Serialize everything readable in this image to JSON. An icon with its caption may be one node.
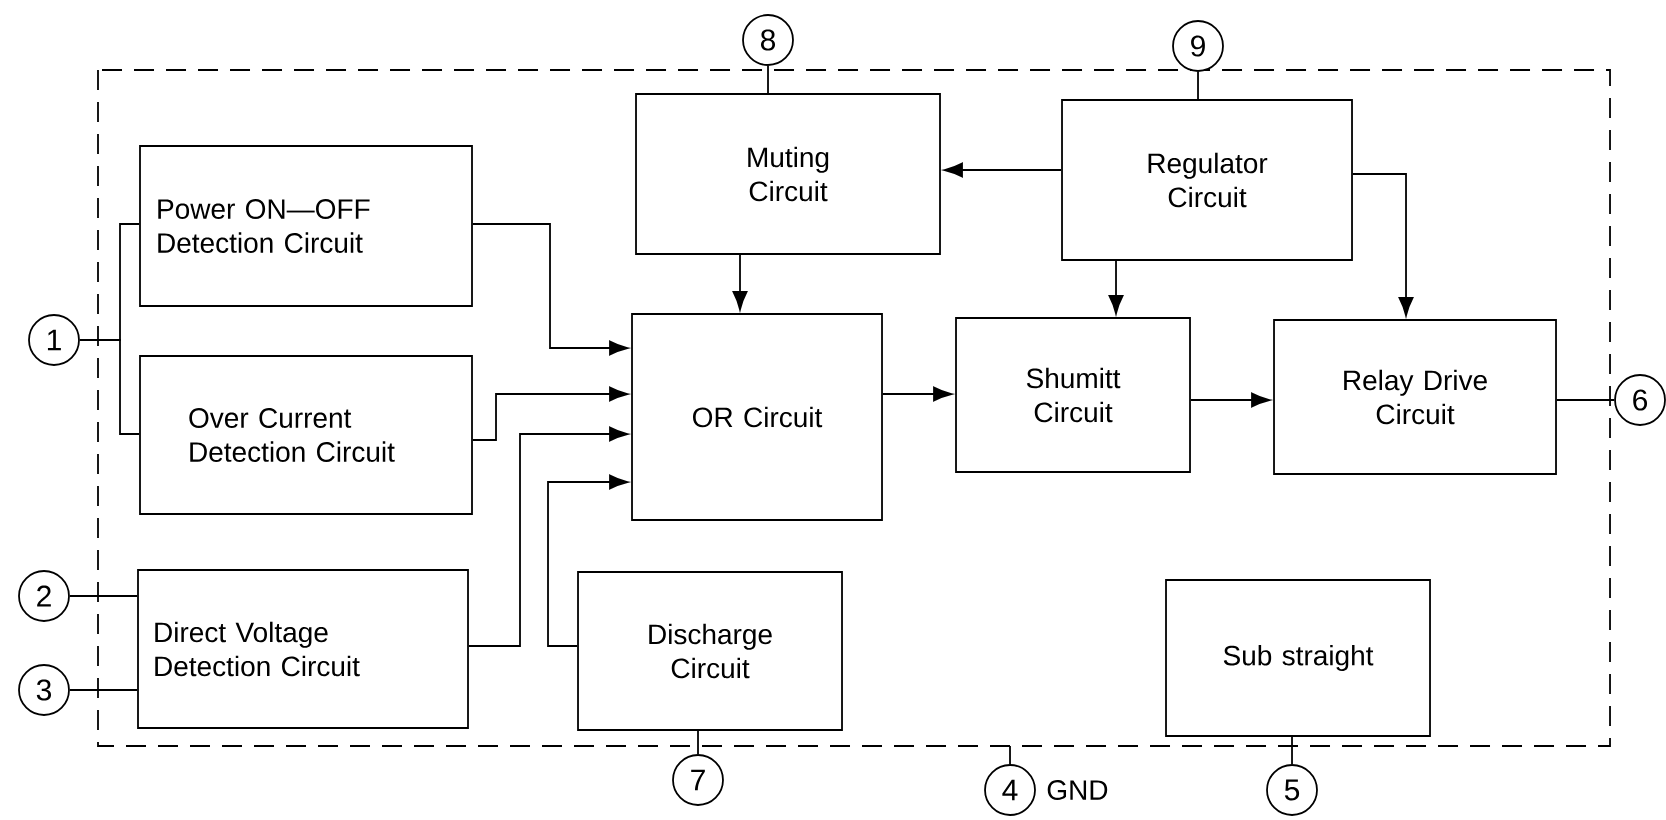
{
  "diagram": {
    "nodes": [
      {
        "text": [
          "8"
        ]
      },
      {
        "text": [
          "9"
        ]
      },
      {
        "text": [
          "Power ON—OFF Detection Circuit"
        ]
      },
      {
        "text": [
          "Muting Circuit"
        ]
      },
      {
        "text": [
          "Regulator Circuit"
        ]
      },
      {
        "text": [
          "1"
        ]
      },
      {
        "text": [
          "Over Current Detection Circuit"
        ]
      },
      {
        "text": [
          "OR Circuit"
        ]
      },
      {
        "text": [
          "Shumitt Circuit"
        ]
      },
      {
        "text": [
          "Relay Drive Circuit"
        ]
      },
      {
        "text": [
          "6"
        ]
      },
      {
        "text": [
          "2"
        ]
      },
      {
        "text": [
          "Direct Voltage Detection Circuit"
        ]
      },
      {
        "text": [
          "Discharge Circuit"
        ]
      },
      {
        "text": [
          "Sub straight"
        ]
      },
      {
        "text": [
          "3"
        ]
      },
      {
        "text": [
          "7"
        ]
      },
      {
        "text": [
          "4"
        ],
        "beside": [
          "GND"
        ]
      },
      {
        "text": [
          "5"
        ]
      }
    ],
    "edges": [
      {
        "from": 5,
        "to": 2,
        "arrow": "none"
      },
      {
        "from": 5,
        "to": 6,
        "arrow": "none"
      },
      {
        "from": 11,
        "to": 12,
        "arrow": "none"
      },
      {
        "from": 15,
        "to": 12,
        "arrow": "none"
      },
      {
        "from": 2,
        "to": 7,
        "arrow": "to"
      },
      {
        "from": 6,
        "to": 7,
        "arrow": "to"
      },
      {
        "from": 12,
        "to": 7,
        "arrow": "to"
      },
      {
        "from": 13,
        "to": 7,
        "arrow": "to"
      },
      {
        "from": 3,
        "to": 7,
        "arrow": "to"
      },
      {
        "from": 4,
        "to": 3,
        "arrow": "to"
      },
      {
        "from": 4,
        "to": 8,
        "arrow": "to"
      },
      {
        "from": 4,
        "to": 9,
        "arrow": "to"
      },
      {
        "from": 7,
        "to": 8,
        "arrow": "to"
      },
      {
        "from": 8,
        "to": 9,
        "arrow": "to"
      },
      {
        "from": 9,
        "to": 10,
        "arrow": "none"
      },
      {
        "from": 0,
        "to": 3,
        "arrow": "none"
      },
      {
        "from": 1,
        "to": 4,
        "arrow": "none"
      },
      {
        "from": 13,
        "to": 16,
        "arrow": "none"
      },
      {
        "from": 14,
        "to": 18,
        "arrow": "none"
      },
      {
        "from": null,
        "to": 17,
        "arrow": "none"
      }
    ]
  }
}
